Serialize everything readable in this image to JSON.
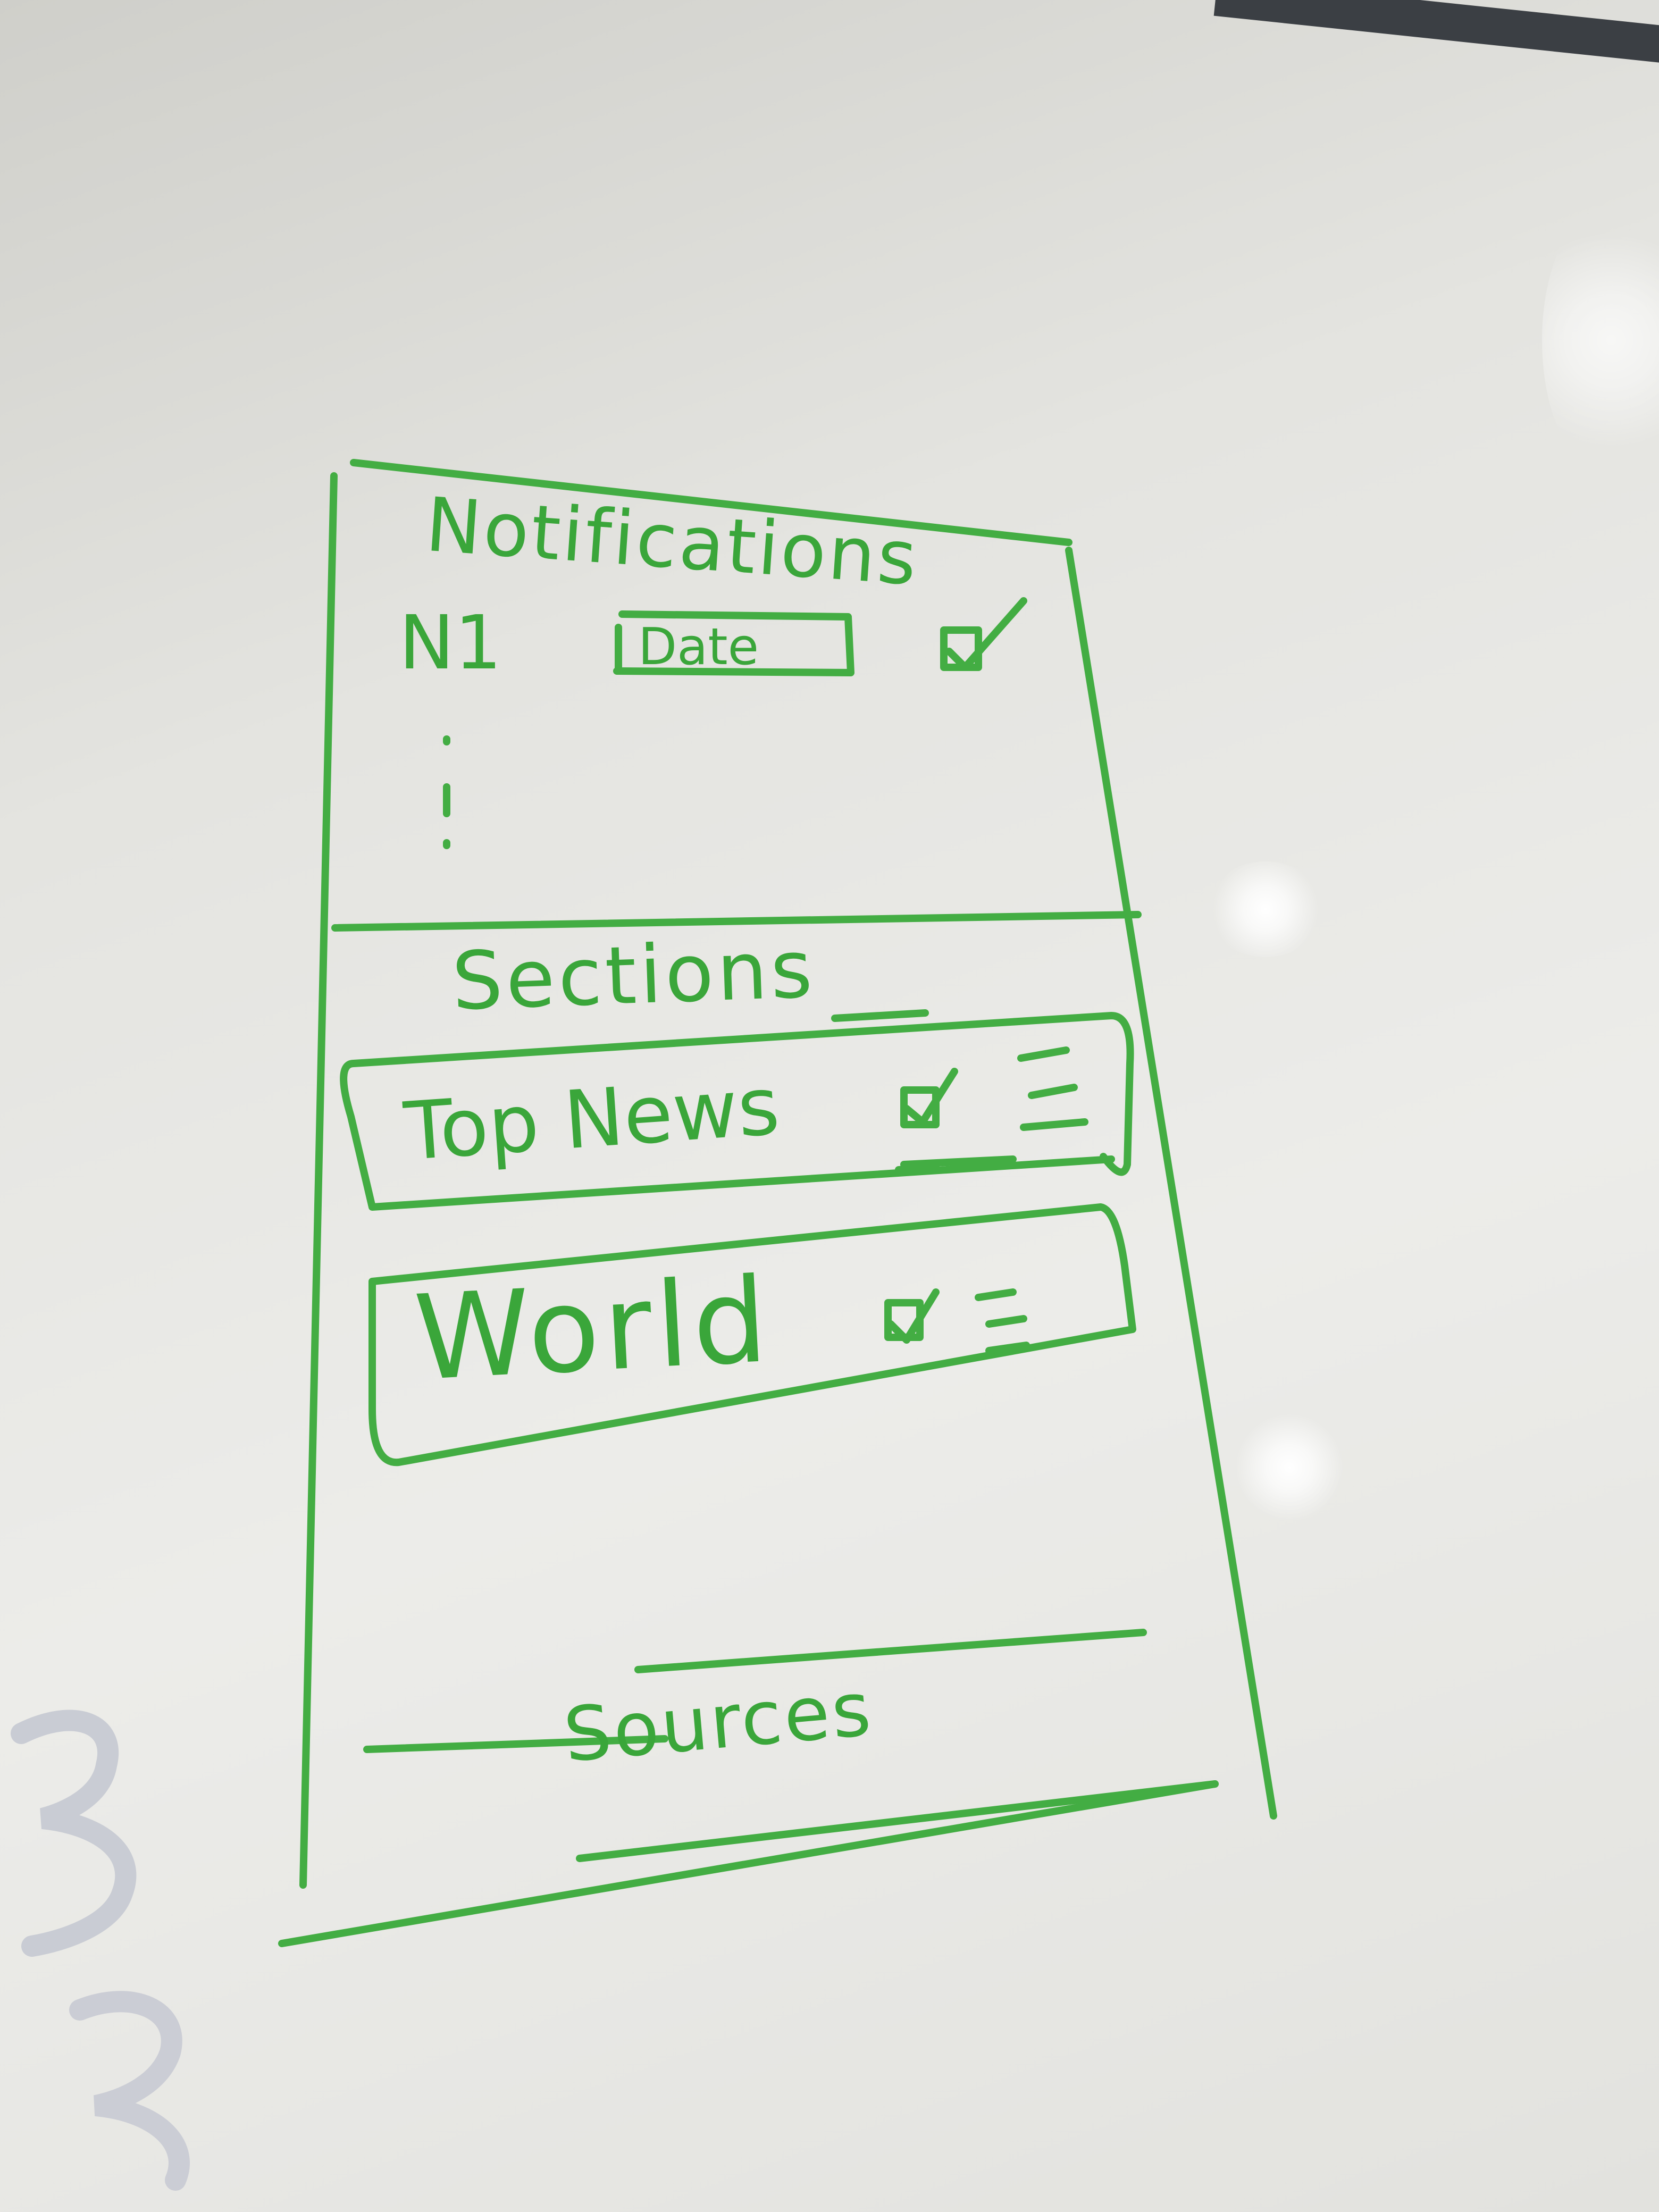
{
  "sketch": {
    "marker_color": "#43ad43",
    "board_color": "#e6e6e2",
    "notifications": {
      "title": "Notifications",
      "item": {
        "label": "N1",
        "date_field": "Date",
        "checked": true
      },
      "more_indicator": "⋮"
    },
    "sections": {
      "title": "Sections",
      "items": [
        {
          "label": "Top News",
          "checked": true,
          "handle_icon": "drag-handle-icon"
        },
        {
          "label": "World",
          "checked": true,
          "handle_icon": "drag-handle-icon"
        }
      ]
    },
    "sources": {
      "title": "Sources"
    }
  }
}
